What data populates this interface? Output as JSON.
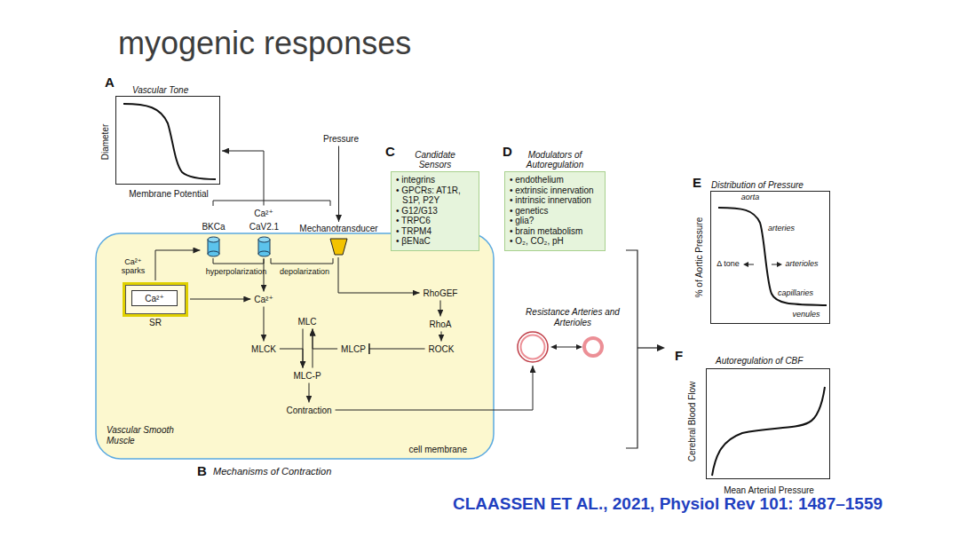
{
  "diagram": {
    "title": "myogenic responses",
    "caption": "CLAASSEN ET AL., 2021, Physiol Rev 101: 1487–1559",
    "nodes": [
      {
        "text": [
          "Vascular Tone"
        ]
      },
      {
        "text": [
          "Pressure"
        ]
      },
      {
        "text": [
          "Ca²⁺"
        ]
      },
      {
        "text": [
          "Vascular Smooth Muscle",
          "cell membrane"
        ]
      },
      {
        "text": [
          "BKCa"
        ],
        "in": 3
      },
      {
        "text": [
          "CaV2.1"
        ],
        "in": 3
      },
      {
        "text": [
          "Mechanotransducer"
        ],
        "in": 3
      },
      {
        "text": [
          "SR"
        ],
        "in": 3
      },
      {
        "text": [
          "Ca²⁺"
        ],
        "in": 7
      },
      {
        "text": [
          "Ca²⁺"
        ],
        "in": 3
      },
      {
        "text": [
          "MLCK"
        ],
        "in": 3
      },
      {
        "text": [
          "MLC"
        ],
        "in": 3
      },
      {
        "text": [
          "MLCP"
        ],
        "in": 3
      },
      {
        "text": [
          "MLC-P"
        ],
        "in": 3
      },
      {
        "text": [
          "Contraction"
        ],
        "in": 3
      },
      {
        "text": [
          "RhoGEF"
        ],
        "in": 3
      },
      {
        "text": [
          "RhoA"
        ],
        "in": 3
      },
      {
        "text": [
          "ROCK"
        ],
        "in": 3
      },
      {
        "text": [
          "Candidate Sensors",
          "• integrins",
          "• GPCRs: AT1R, S1P, P2Y",
          "• G12/G13",
          "• TRPC6",
          "• TRPM4",
          "• βENaC"
        ]
      },
      {
        "text": [
          "Modulators of Autoregulation",
          "• endothelium",
          "• extrinsic innervation",
          "• intrinsic innervation",
          "• genetics",
          "• glia?",
          "• brain metabolism",
          "• O₂, CO₂, pH"
        ]
      },
      {
        "text": [
          "Resistance Arteries and Arterioles"
        ]
      },
      {
        "text": [
          "Distribution of Pressure"
        ]
      },
      {
        "text": [
          "Autoregulation of CBF"
        ]
      }
    ],
    "edges": [
      {
        "from": 2,
        "to": 0,
        "arrow": "to"
      },
      {
        "from": 1,
        "to": 6,
        "arrow": "to"
      },
      {
        "from": 6,
        "to": 15,
        "arrow": "to"
      },
      {
        "from": 15,
        "to": 16,
        "arrow": "to"
      },
      {
        "from": 16,
        "to": 17,
        "arrow": "to"
      },
      {
        "from": 17,
        "to": 12,
        "arrow": "to"
      },
      {
        "from": 12,
        "to": 11,
        "arrow": "to"
      },
      {
        "from": 10,
        "to": 13,
        "arrow": "to"
      },
      {
        "from": 11,
        "to": 13,
        "arrow": "to"
      },
      {
        "from": 13,
        "to": 11,
        "arrow": "to"
      },
      {
        "from": 13,
        "to": 14,
        "arrow": "to"
      },
      {
        "from": 14,
        "to": 20,
        "arrow": "to"
      },
      {
        "from": 5,
        "to": 9,
        "arrow": "to"
      },
      {
        "from": 9,
        "to": 10,
        "arrow": "to"
      },
      {
        "from": 7,
        "to": 9,
        "arrow": "to"
      },
      {
        "from": 7,
        "to": 4,
        "label": "Ca²⁺ sparks",
        "arrow": "to"
      }
    ],
    "labels": [
      "A",
      "Diameter",
      "Membrane Potential",
      "hyperpolarization",
      "depolarization",
      "B",
      "Mechanisms of Contraction",
      "C",
      "D",
      "E",
      "F",
      "% of Aortic Pressure",
      "aorta",
      "arteries",
      "Δ tone",
      "arterioles",
      "capillaries",
      "venules",
      "Cerebral Blood Flow",
      "Mean Arterial Pressure"
    ]
  }
}
